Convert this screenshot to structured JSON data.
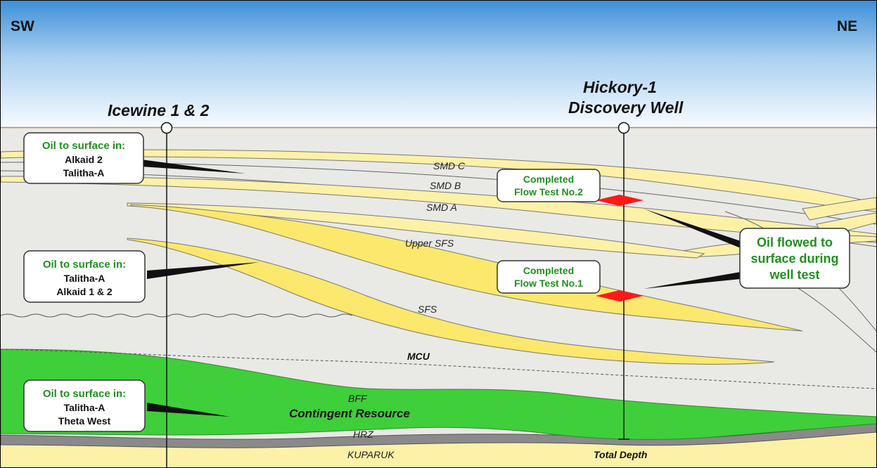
{
  "directions": {
    "left": "SW",
    "right": "NE"
  },
  "wells": {
    "icewine": {
      "title": "Icewine 1 & 2"
    },
    "hickory": {
      "title_line1": "Hickory-1",
      "title_line2": "Discovery Well",
      "td_label": "Total Depth"
    }
  },
  "units": {
    "smd_c": "SMD C",
    "smd_b": "SMD B",
    "smd_a": "SMD A",
    "upper_sfs": "Upper SFS",
    "sfs": "SFS",
    "mcu": "MCU",
    "bff": "BFF",
    "contingent": "Contingent Resource",
    "hrz": "HRZ",
    "kuparuk": "KUPARUK"
  },
  "callouts": {
    "top_left": {
      "heading": "Oil to surface in:",
      "line1": "Alkaid 2",
      "line2": "Talitha-A"
    },
    "mid_left": {
      "heading": "Oil to surface in:",
      "line1": "Talitha-A",
      "line2": "Alkaid 1 & 2"
    },
    "bottom_left": {
      "heading": "Oil to surface in:",
      "line1": "Talitha-A",
      "line2": "Theta West"
    },
    "flow_test_2": {
      "line1": "Completed",
      "line2": "Flow Test No.2"
    },
    "flow_test_1": {
      "line1": "Completed",
      "line2": "Flow Test No.1"
    },
    "oil_flowed": {
      "line1": "Oil flowed to",
      "line2": "surface during",
      "line3": "well test"
    }
  },
  "colors": {
    "sky_top": "#3f8fd8",
    "sky_bottom": "#ffffff",
    "background_rock": "#e9e9e6",
    "sand": "#fdf1a8",
    "sand_bright": "#fbe86c",
    "green_unit": "#3fcf3a",
    "hrz_gray": "#8a8a8a",
    "flow_marker": "#ff1a1a",
    "callout_green": "#1f8f1f"
  }
}
